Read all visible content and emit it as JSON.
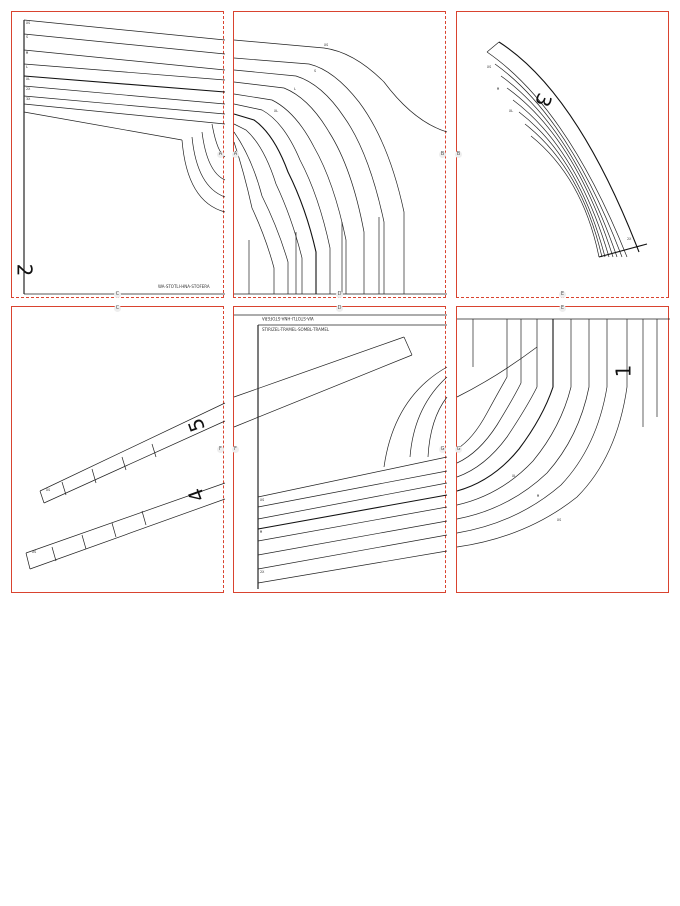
{
  "page": {
    "title": ""
  },
  "tiles": [
    {
      "id": "A1",
      "piece_number": "2",
      "markers": [
        "C",
        "A"
      ],
      "caption": "WA-STOTLI-HNA-STOFERA"
    },
    {
      "id": "A2",
      "piece_number": "",
      "markers": [
        "D",
        "A",
        "B"
      ],
      "caption": ""
    },
    {
      "id": "A3",
      "piece_number": "3",
      "markers": [
        "B",
        "E"
      ],
      "caption": ""
    },
    {
      "id": "B1",
      "piece_number_top": "5",
      "piece_number_bottom": "4",
      "markers": [
        "C",
        "F"
      ],
      "caption": ""
    },
    {
      "id": "B2",
      "piece_number": "",
      "markers": [
        "D",
        "F",
        "G"
      ],
      "caption": "STIRIZEL-TRAMEL-SOMBL-TRAMEL",
      "caption2": "WA-STOTLI-HNA-STOFERA"
    },
    {
      "id": "B3",
      "piece_number": "1",
      "markers": [
        "E",
        "G"
      ],
      "caption": ""
    }
  ],
  "colors": {
    "border": "#d9432f",
    "line": "#222222"
  }
}
